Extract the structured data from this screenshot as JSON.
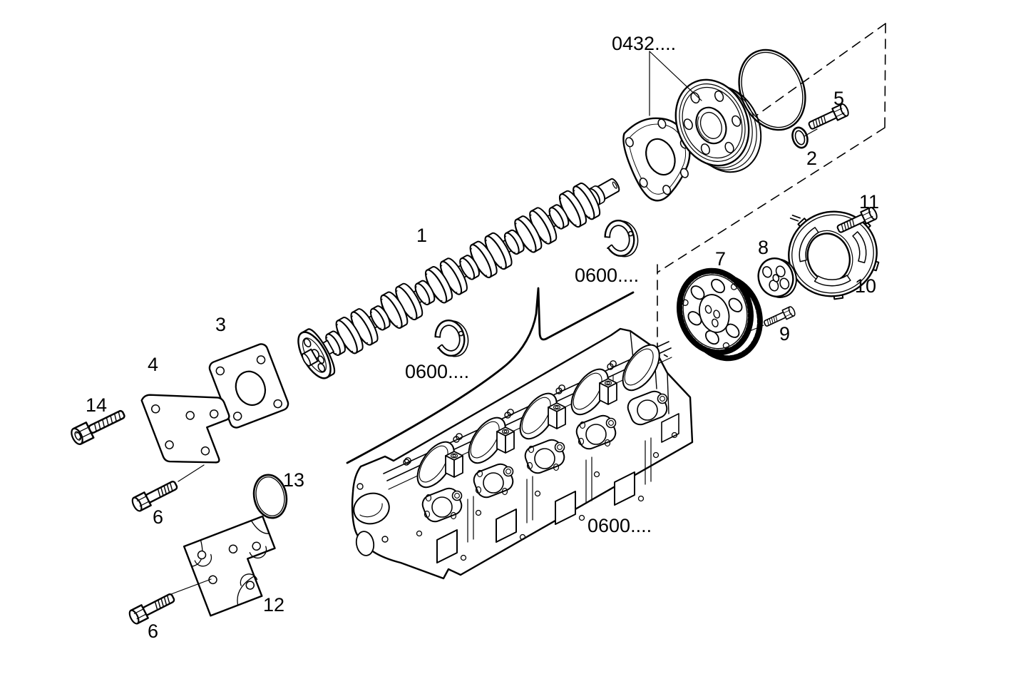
{
  "page": {
    "background": "#ffffff",
    "ink": "#000000",
    "type": "exploded-parts-diagram"
  },
  "labels": {
    "refs": [
      {
        "text": "0432...."
      },
      {
        "text": "0600...."
      },
      {
        "text": "0600...."
      },
      {
        "text": "0600...."
      }
    ],
    "parts": [
      {
        "num": "1"
      },
      {
        "num": "2"
      },
      {
        "num": "3"
      },
      {
        "num": "4"
      },
      {
        "num": "5"
      },
      {
        "num": "6"
      },
      {
        "num": "6"
      },
      {
        "num": "7"
      },
      {
        "num": "8"
      },
      {
        "num": "9"
      },
      {
        "num": "10"
      },
      {
        "num": "11"
      },
      {
        "num": "12"
      },
      {
        "num": "13"
      },
      {
        "num": "14"
      }
    ]
  }
}
